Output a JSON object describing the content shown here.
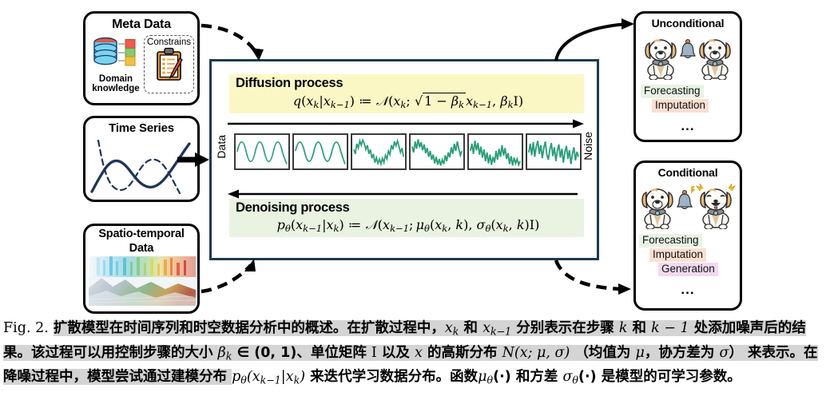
{
  "figure": {
    "meta_data": {
      "title": "Meta Data",
      "domain_label_line1": "Domain",
      "domain_label_line2": "knowledge",
      "constrains_label": "Constrains"
    },
    "time_series": {
      "title": "Time Series"
    },
    "spatio_temporal": {
      "title_line1": "Spatio-temporal",
      "title_line2": "Data"
    },
    "central": {
      "diffusion": {
        "title": "Diffusion process",
        "equation": "q(x_k|x_{k-1}) := N(x_k; sqrt(1 - B_k) x_{k-1}, B_k I)",
        "bg_color": "#fbf7c5"
      },
      "denoising": {
        "title": "Denoising process",
        "equation": "p_t(x_{k-1}|x_k) := N(x_{k-1}; mu_t(x_k,k), sigma_t(x_k,k) I)",
        "bg_color": "#eaf3e2"
      },
      "left_axis_label": "Data",
      "right_axis_label": "Noise",
      "border_color": "#1d3b4f",
      "wave_noise_levels": [
        0,
        0.04,
        0.22,
        0.42,
        0.66,
        1.0
      ]
    },
    "unconditional": {
      "title": "Unconditional",
      "tasks": [
        {
          "label": "Forecasting",
          "color": "#e8f3e4"
        },
        {
          "label": "Imputation",
          "color": "#fadfd2"
        }
      ],
      "more": "..."
    },
    "conditional": {
      "title": "Conditional",
      "tasks": [
        {
          "label": "Forecasting",
          "color": "#e8f3e4"
        },
        {
          "label": "Imputation",
          "color": "#fadfd2"
        },
        {
          "label": "Generation",
          "color": "#f2d9f0"
        }
      ],
      "more": "..."
    }
  },
  "caption": {
    "fig_number": "Fig. 2.",
    "line1_a": "扩散模型在时间序列和时空数据分析中的概述。在扩散过程中，",
    "line1_m1": "x",
    "line1_m1_sub": "k",
    "line1_b": " 和 ",
    "line1_m2": "x",
    "line1_m2_sub": "k−1",
    "line1_c": " 分别表示在步骤 ",
    "line1_m3": "k",
    "line1_d": " 和 ",
    "line1_m4": "k − 1",
    "line1_e": " 处",
    "line2_a": "添加噪声后的结果。该过程可以用控制步骤的大小 ",
    "line2_m1": "β",
    "line2_m1_sub": "k",
    "line2_b": " ∈ (0, 1)、单位矩阵 ",
    "line2_m2": "I",
    "line2_c": " 以及 ",
    "line2_m3": "x",
    "line2_d": " 的高斯分布 ",
    "line2_m4": "N(x; μ, σ)",
    "line2_e": " （均",
    "line3_a": "值为 ",
    "line3_m1": "μ",
    "line3_b": "，协方差为 ",
    "line3_m2": "σ",
    "line3_c": "） 来表示。在降噪过程中，模型尝试通过建模分布 ",
    "line3_m3": "p",
    "line3_m3_sub": "θ",
    "line3_m3b": "(x",
    "line3_m3b_sub": "k−1",
    "line3_m3c": "|x",
    "line3_m3c_sub": "k",
    "line3_m3d": ")",
    "line3_d": " 来迭代学习数据分布。函数",
    "line4_m1": "μ",
    "line4_m1_sub": "θ",
    "line4_a": "(·) 和方差 ",
    "line4_m2": "σ",
    "line4_m2_sub": "θ",
    "line4_b": "(·) 是模型的可学习参数。"
  }
}
